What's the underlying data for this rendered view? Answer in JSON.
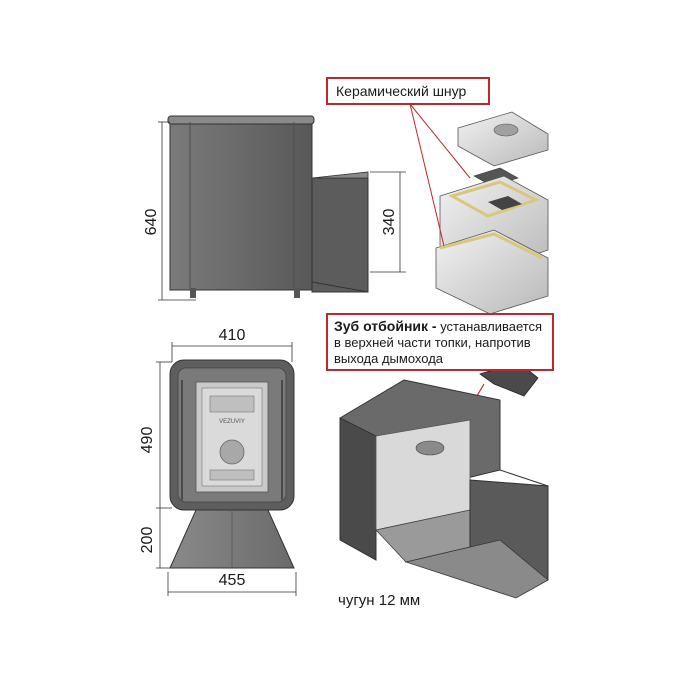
{
  "dimensions": {
    "height_total": "640",
    "tunnel_height": "340",
    "width_top": "410",
    "body_height": "490",
    "base_height": "200",
    "base_width": "455"
  },
  "brand_plate": "VEZUVIY",
  "callouts": {
    "ceramic_cord": "Керамический шнур",
    "tooth_title": "Зуб отбойник -",
    "tooth_line1": " устанавливается",
    "tooth_line2": "в верхней части топки, напротив",
    "tooth_line3": "выхода дымохода"
  },
  "material_note": "чугун 12 мм",
  "colors": {
    "callout_border": "#c0272d",
    "stove_body": "#6e6e6e",
    "stove_dark": "#4a4a4a",
    "cord": "#d9c77a"
  }
}
